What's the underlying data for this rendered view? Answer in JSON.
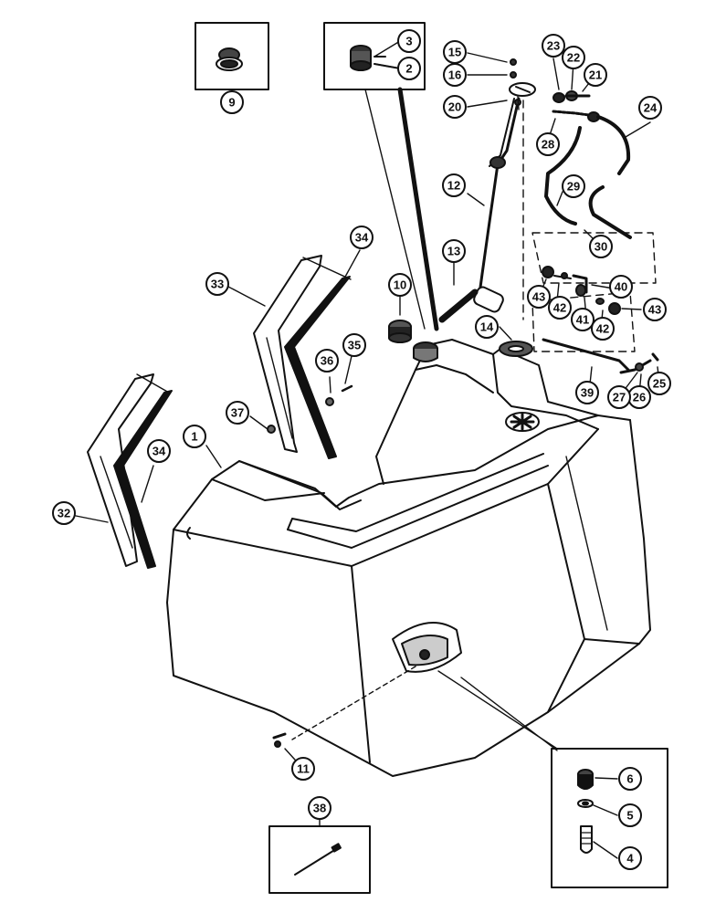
{
  "callouts": [
    "1",
    "2",
    "3",
    "4",
    "5",
    "6",
    "9",
    "10",
    "11",
    "12",
    "13",
    "14",
    "15",
    "16",
    "20",
    "21",
    "22",
    "23",
    "24",
    "25",
    "26",
    "27",
    "28",
    "29",
    "30",
    "32",
    "33",
    "34",
    "34",
    "35",
    "36",
    "37",
    "38",
    "39",
    "40",
    "41",
    "42",
    "42",
    "43",
    "43"
  ],
  "icons": {
    "tank": "fuel-tank-icon",
    "cap": "fuel-cap-icon",
    "sender": "fuel-sender-icon",
    "drain": "drain-fitting-icon",
    "strap": "mounting-strap-icon",
    "cable": "cable-tie-icon"
  }
}
